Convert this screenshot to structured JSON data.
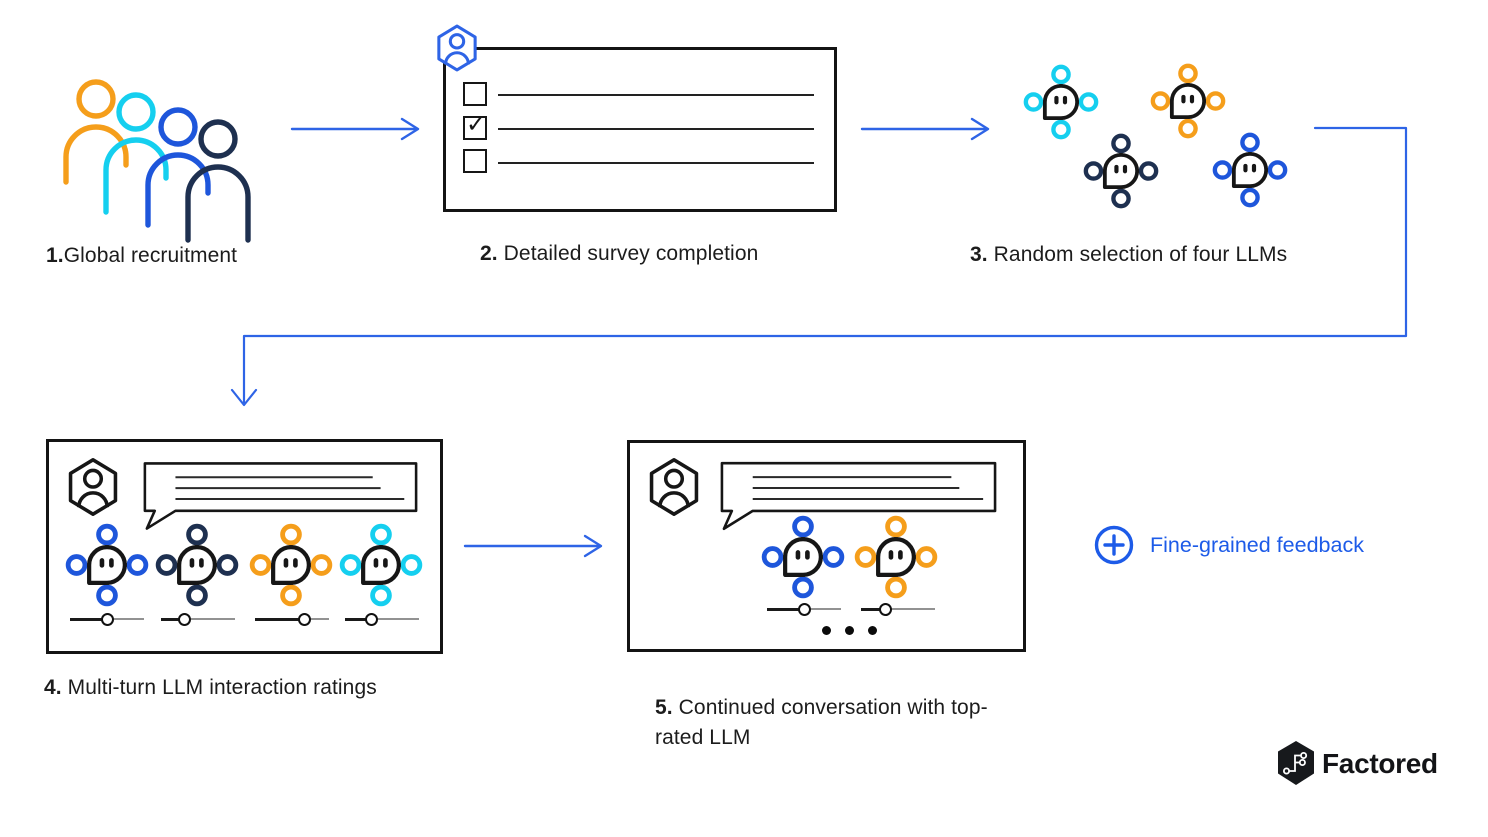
{
  "colors": {
    "orange": "#F59E1B",
    "cyan": "#15CFEF",
    "blue": "#1E56DB",
    "navy": "#1E3050",
    "arrow": "#2E64E6",
    "accent": "#1D5BE8",
    "ink": "#161616"
  },
  "steps": [
    {
      "number": "1.",
      "label": "Global recruitment"
    },
    {
      "number": "2.",
      "label": " Detailed survey completion"
    },
    {
      "number": "3.",
      "label": " Random selection of four LLMs"
    },
    {
      "number": "4.",
      "label": " Multi-turn LLM interaction ratings"
    },
    {
      "number": "5.",
      "label": " Continued conversation with top-rated LLM"
    }
  ],
  "recruitment": {
    "people": [
      "orange",
      "cyan",
      "blue",
      "navy"
    ]
  },
  "survey": {
    "rows": [
      {
        "checked": false,
        "mark": ""
      },
      {
        "checked": true,
        "mark": "✓"
      },
      {
        "checked": false,
        "mark": ""
      }
    ]
  },
  "llm_selection": {
    "robots": [
      "cyan",
      "orange",
      "navy",
      "blue"
    ]
  },
  "ratings": {
    "robots": [
      "blue",
      "navy",
      "orange",
      "cyan"
    ],
    "sliders": [
      50,
      31,
      66,
      35
    ]
  },
  "continued": {
    "robots": [
      "blue",
      "orange"
    ],
    "sliders": [
      50,
      32
    ],
    "ellipsis_dots": 3
  },
  "feedback": {
    "label": "Fine-grained feedback"
  },
  "brand": {
    "name": "Factored"
  },
  "icons": {
    "people": "people-group-icon",
    "survey_badge": "user-hexagon-badge-icon",
    "robot": "robot-network-icon",
    "user": "user-hexagon-icon",
    "speech": "speech-bubble-icon",
    "plus": "plus-circle-icon",
    "logo": "factored-hexagon-logo"
  }
}
